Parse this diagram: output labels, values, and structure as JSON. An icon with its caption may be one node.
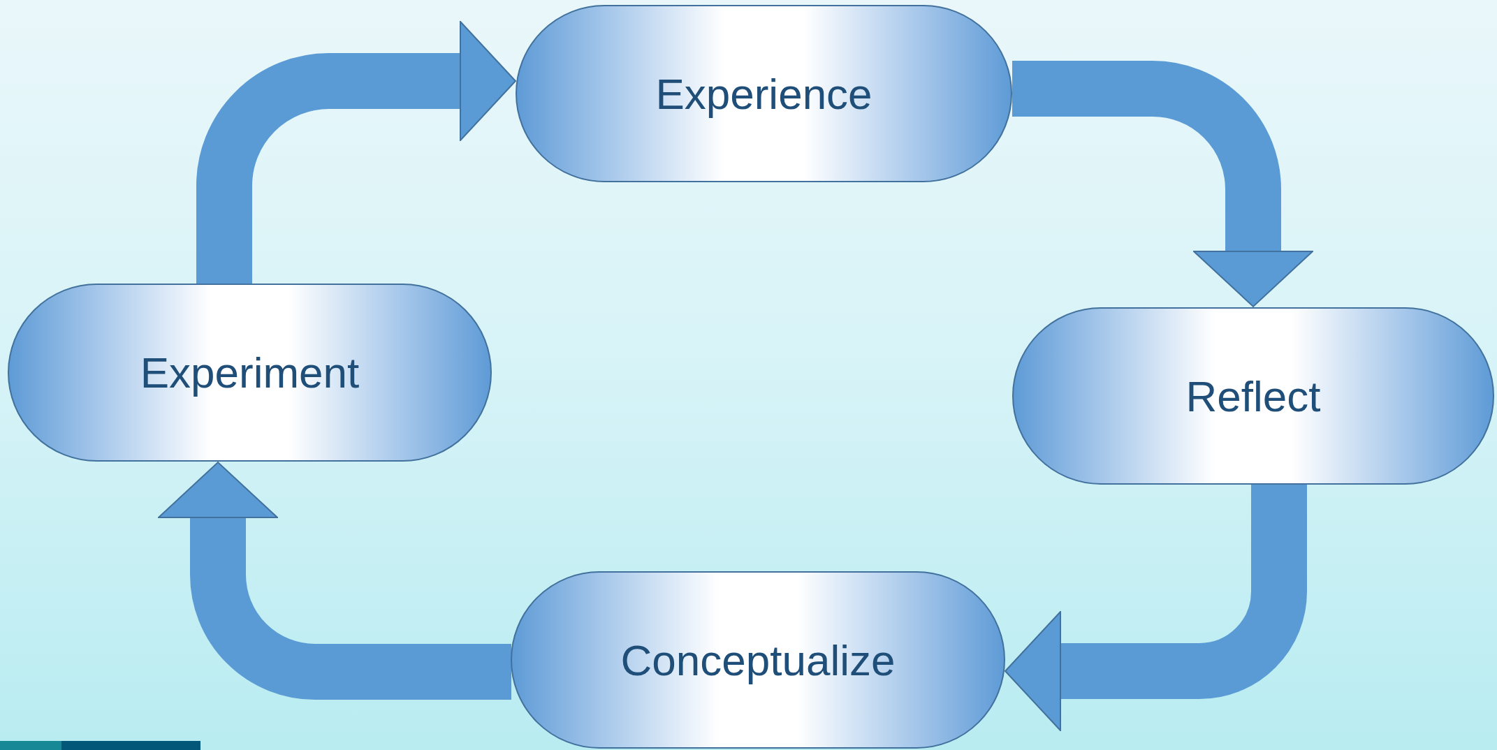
{
  "diagram": {
    "nodes": [
      {
        "text": [
          "Experience"
        ]
      },
      {
        "text": [
          "Reflect"
        ]
      },
      {
        "text": [
          "Conceptualize"
        ]
      },
      {
        "text": [
          "Experiment"
        ]
      }
    ],
    "edges": [
      {
        "from": 0,
        "to": 1,
        "arrow": "to"
      },
      {
        "from": 1,
        "to": 2,
        "arrow": "to"
      },
      {
        "from": 2,
        "to": 3,
        "arrow": "to"
      },
      {
        "from": 3,
        "to": 0,
        "arrow": "to"
      }
    ]
  }
}
